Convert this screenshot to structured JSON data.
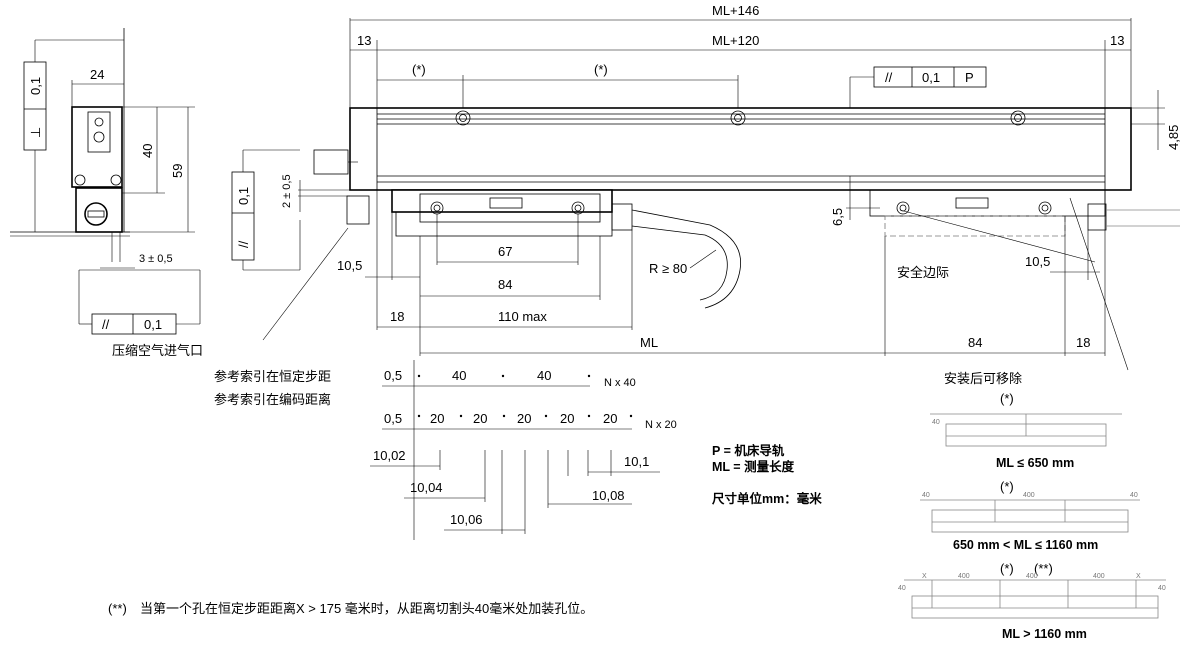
{
  "overall": {
    "total_length": "ML+146",
    "inner_length": "ML+120",
    "end_left": "13",
    "end_right": "13",
    "pitch_star_a": "(*)",
    "pitch_star_b": "(*)"
  },
  "tolerance_top": {
    "symbol": "//",
    "value": "0,1",
    "datum": "P"
  },
  "side_view": {
    "width": "24",
    "flatness": "0,1",
    "perp_symbol": "⊥",
    "height_a": "40",
    "height_b": "59",
    "cable_offset": "3 ± 0,5",
    "parallel_symbol": "//",
    "parallel_value": "0,1",
    "air_inlet": "压缩空气进气口"
  },
  "head": {
    "gap": "2 ± 0,5",
    "parallel_symbol": "//",
    "parallel_value": "0,1",
    "d67": "67",
    "d84": "84",
    "d10_5": "10,5",
    "d18": "18",
    "d110": "110 max",
    "bend_radius": "R ≥ 80"
  },
  "right_end": {
    "offset": "6,5",
    "height": "4,85",
    "d10_5": "10,5",
    "d84": "84",
    "d18": "18",
    "safety_margin": "安全边际"
  },
  "ml_label": "ML",
  "ref_marks": {
    "label_const": "参考索引在恒定步距",
    "label_coded": "参考索引在编码距离",
    "row_a": {
      "start": "0,5",
      "p1": "40",
      "p2": "40",
      "count": "N x 40"
    },
    "row_b": {
      "start": "0,5",
      "p": [
        "20",
        "20",
        "20",
        "20",
        "20"
      ],
      "count": "N x 20"
    },
    "coded": [
      "10,02",
      "10,04",
      "10,06",
      "10,08",
      "10,1"
    ]
  },
  "legend": {
    "p_def": "P   = 机床导轨",
    "ml_def": "ML = 测量长度",
    "units": "尺寸单位mm：毫米"
  },
  "mounting": {
    "title": "安装后可移除",
    "star": "(*)",
    "star2": "(**)",
    "case1": "ML ≤ 650 mm",
    "case2": "650 mm < ML ≤ 1160 mm",
    "case3": "ML > 1160 mm",
    "dims": {
      "d40": "40",
      "d400": "400",
      "x": "X"
    }
  },
  "footnote": {
    "mark": "(**)",
    "text": "当第一个孔在恒定步距距离X > 175 毫米时，从距离切割头40毫米处加装孔位。"
  }
}
